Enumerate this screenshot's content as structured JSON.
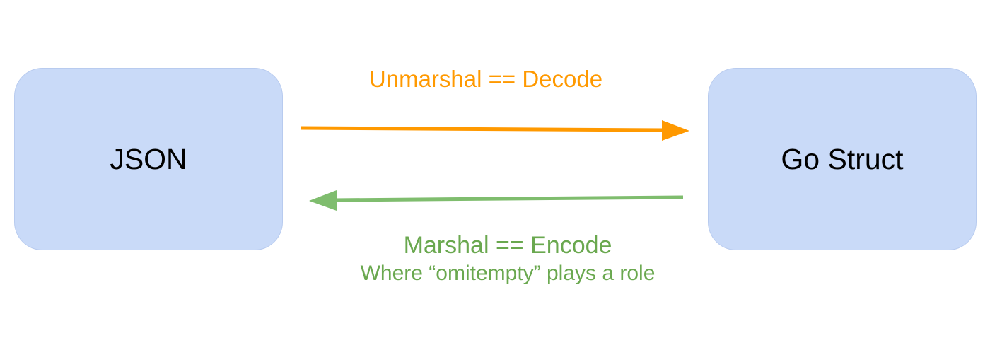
{
  "nodes": {
    "json": {
      "label": "JSON"
    },
    "go_struct": {
      "label": "Go Struct"
    }
  },
  "edges": {
    "unmarshal": {
      "label": "Unmarshal == Decode",
      "color": "#ff9900"
    },
    "marshal": {
      "label": "Marshal == Encode",
      "sublabel": "Where “omitempty” plays a role",
      "color": "#6aa84f"
    }
  },
  "colors": {
    "node_fill": "#c9daf8",
    "node_border": "#b8cbef",
    "unmarshal_arrow": "#ff9900",
    "marshal_arrow": "#7fbd6e",
    "background": "#ffffff"
  }
}
